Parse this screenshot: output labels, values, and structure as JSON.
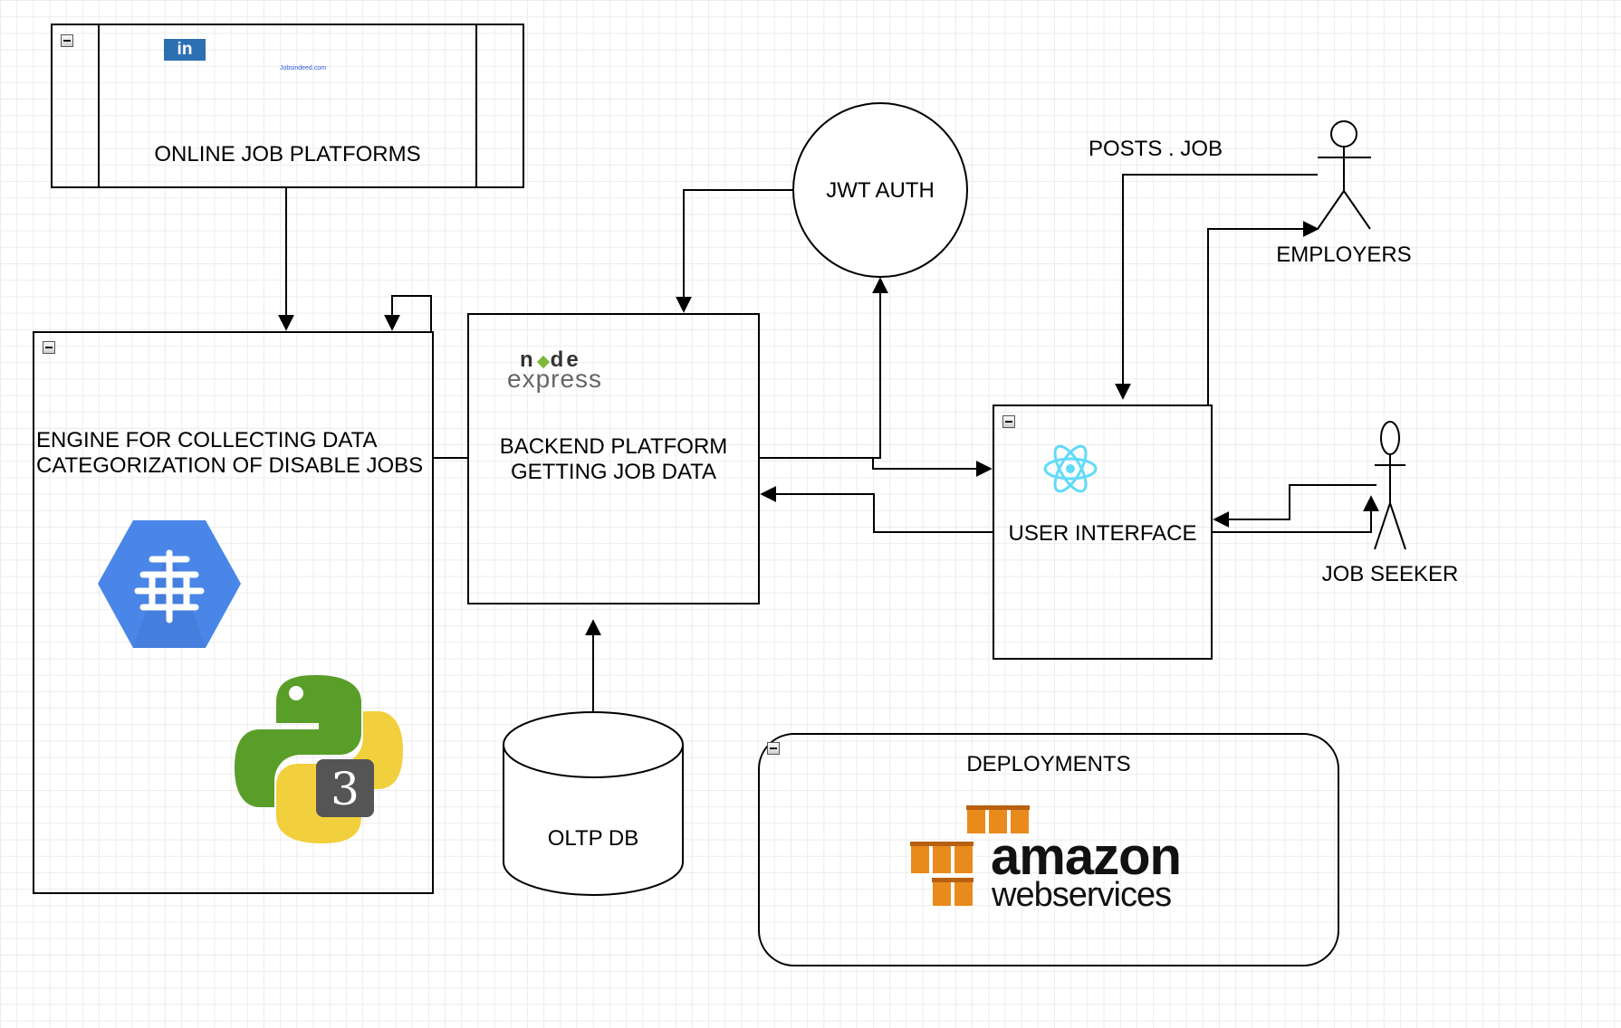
{
  "diagram": {
    "nodes": {
      "online_job_platforms": {
        "label": "ONLINE JOB PLATFORMS",
        "logos": {
          "linkedin": "in",
          "indeed": "Jobsindeed.com"
        }
      },
      "engine": {
        "line1": "ENGINE FOR COLLECTING DATA",
        "line2": "CATEGORIZATION OF DISABLE JOBS",
        "icons": [
          "google-cloud-ml-brain-icon",
          "python-3-icon"
        ]
      },
      "backend": {
        "line1": "BACKEND PLATFORM",
        "line2": "GETTING JOB DATA",
        "logos": {
          "node": "node",
          "express": "express"
        }
      },
      "jwt_auth": {
        "label": "JWT AUTH"
      },
      "user_interface": {
        "label": "USER INTERFACE",
        "icons": [
          "react-icon"
        ]
      },
      "oltp_db": {
        "label": "OLTP DB"
      },
      "deployments": {
        "label": "DEPLOYMENTS",
        "logo_amazon": "amazon",
        "logo_ws": "webservices"
      },
      "employers": {
        "label": "EMPLOYERS"
      },
      "job_seeker": {
        "label": "JOB SEEKER"
      }
    },
    "edge_labels": {
      "posts_job": "POSTS . JOB"
    },
    "edges": [
      [
        "online_job_platforms",
        "engine"
      ],
      [
        "engine",
        "engine"
      ],
      [
        "jwt_auth",
        "backend"
      ],
      [
        "backend",
        "jwt_auth"
      ],
      [
        "backend",
        "user_interface"
      ],
      [
        "user_interface",
        "backend"
      ],
      [
        "oltp_db",
        "backend"
      ],
      [
        "employers",
        "user_interface"
      ],
      [
        "user_interface",
        "employers"
      ],
      [
        "job_seeker",
        "user_interface"
      ],
      [
        "user_interface",
        "job_seeker"
      ]
    ],
    "colors": {
      "aws_orange": "#e98a1d",
      "linkedin_blue": "#2d6fb3",
      "react_cyan": "#61dafb",
      "node_green": "#7bb83b",
      "gcp_blue": "#4a86e8",
      "python_green": "#5a9e2a",
      "python_yellow": "#f2cf3c"
    }
  }
}
